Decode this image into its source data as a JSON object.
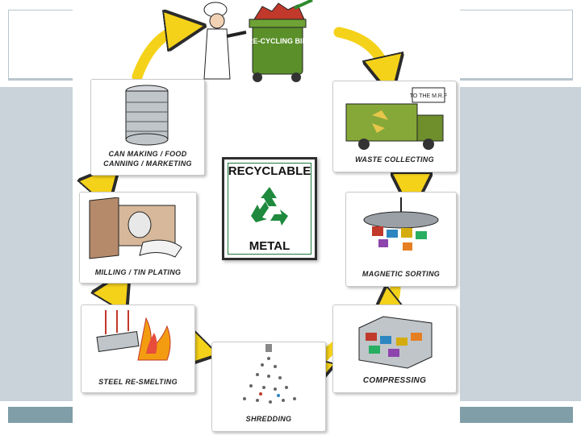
{
  "diagram": {
    "center_sign": {
      "top_text": "RECYCLABLE",
      "bottom_text": "METAL",
      "icon": "recycle-icon",
      "color": "#1f8a3e"
    },
    "bin_label": "RE-CYCLING BIN",
    "truck_label": "TO THE M.R.F",
    "steps": [
      {
        "label": "WASTE COLLECTING",
        "icon": "truck-icon"
      },
      {
        "label": "MAGNETIC SORTING",
        "icon": "magnet-icon"
      },
      {
        "label": "COMPRESSING",
        "icon": "bale-icon"
      },
      {
        "label": "SHREDDING",
        "icon": "shredder-icon"
      },
      {
        "label": "STEEL RE-SMELTING",
        "icon": "furnace-icon"
      },
      {
        "label": "MILLING / TIN PLATING",
        "icon": "rollers-icon"
      },
      {
        "label": "CAN MAKING / FOOD CANNING / MARKETING",
        "icon": "can-icon"
      }
    ],
    "arrow_color": "#f5d21a"
  }
}
